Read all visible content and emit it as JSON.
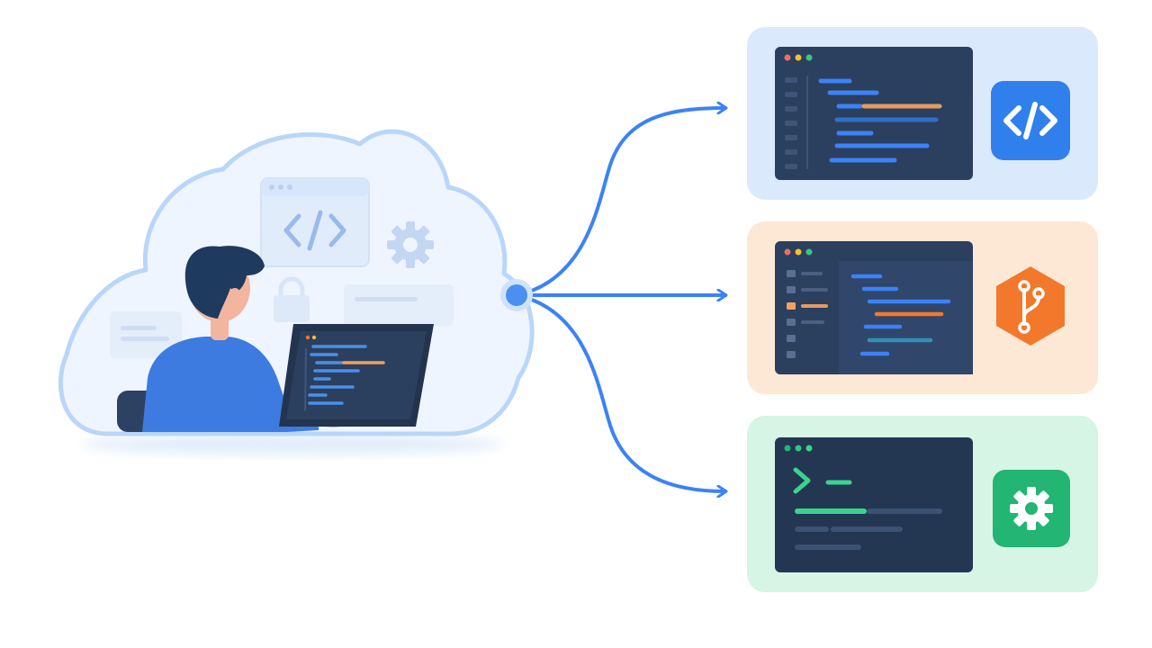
{
  "colors": {
    "background": "#ffffff",
    "accent_blue": "#3b82f6",
    "cloud_fill": "#eef5ff",
    "cloud_stroke": "#b9d6fa",
    "window_dark": "#2b3f5f",
    "card_code_bg": "#dbe9fd",
    "card_git_bg": "#fde8d6",
    "card_settings_bg": "#d6f5e4",
    "icon_code": "#2f80ed",
    "icon_git": "#f2782c",
    "icon_settings": "#22b573",
    "skin": "#f3b59d",
    "hair": "#1e3a5f",
    "shirt": "#3d7be0"
  },
  "icons": {
    "cloud_code": "code-brackets-icon",
    "cloud_gear": "gear-icon",
    "cloud_lock": "lock-icon",
    "hub": "hub-node-icon",
    "card_1": "code-brackets-icon",
    "card_2": "git-branch-icon",
    "card_3": "gear-icon",
    "card_3_terminal": "terminal-prompt-icon"
  },
  "cards": [
    {
      "kind": "code-editor",
      "accent": "#2f80ed"
    },
    {
      "kind": "git-explorer",
      "accent": "#f2782c"
    },
    {
      "kind": "terminal",
      "accent": "#22b573"
    }
  ]
}
